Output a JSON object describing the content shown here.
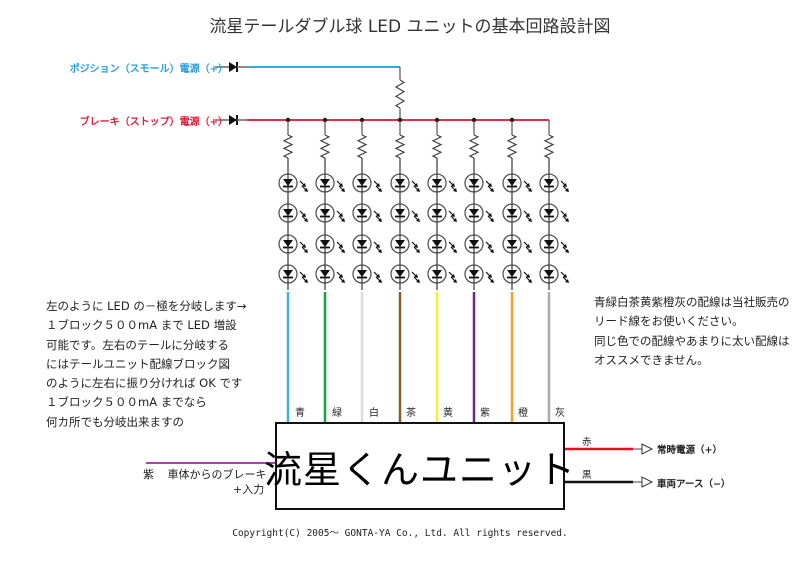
{
  "title": "流星テールダブル球 LED ユニットの基本回路設計図",
  "inputs": {
    "position": {
      "label": "ポジション（スモール）電源（+）",
      "color": "#3ba7e0"
    },
    "brake": {
      "label": "ブレーキ（ストップ）電源（+）",
      "color": "#e0304a"
    }
  },
  "led_array": {
    "columns": 8,
    "leds_per_column": 4,
    "resistor_per_column": 1
  },
  "wires": [
    {
      "label": "青",
      "color": "#3cb4e0"
    },
    {
      "label": "緑",
      "color": "#1aa048"
    },
    {
      "label": "白",
      "color": "#dddddd"
    },
    {
      "label": "茶",
      "color": "#8b5a2b"
    },
    {
      "label": "黄",
      "color": "#f5f032"
    },
    {
      "label": "紫",
      "color": "#6a2a8c"
    },
    {
      "label": "橙",
      "color": "#f5a020"
    },
    {
      "label": "灰",
      "color": "#aaaaaa"
    }
  ],
  "note_left": [
    "左のように LED の－極を分岐します→",
    "１ブロック５００mA まで LED 増設",
    "可能です。左右のテールに分岐する",
    "にはテールユニット配線ブロック図",
    "のように左右に振り分ければ OK です",
    "１ブロック５００mA までなら",
    "何カ所でも分岐出来ますの"
  ],
  "note_right": [
    "青緑白茶黄紫橙灰の配線は当社販売の",
    "リード線をお使いください。",
    "同じ色での配線やあまりに太い配線は",
    "オススメできません。"
  ],
  "unit": {
    "label": "流星くんユニット"
  },
  "brake_input": {
    "color_label": "紫",
    "line1": "車体からのブレーキ",
    "line2": "+入力",
    "color": "#b040b0"
  },
  "outputs": [
    {
      "wire_label": "赤",
      "label": "常時電源（+）",
      "color": "#e01020"
    },
    {
      "wire_label": "黒",
      "label": "車両アース（−）",
      "color": "#111111"
    }
  ],
  "copyright": "Copyright(C)  2005～ GONTA-YA Co., Ltd.  All rights reserved."
}
